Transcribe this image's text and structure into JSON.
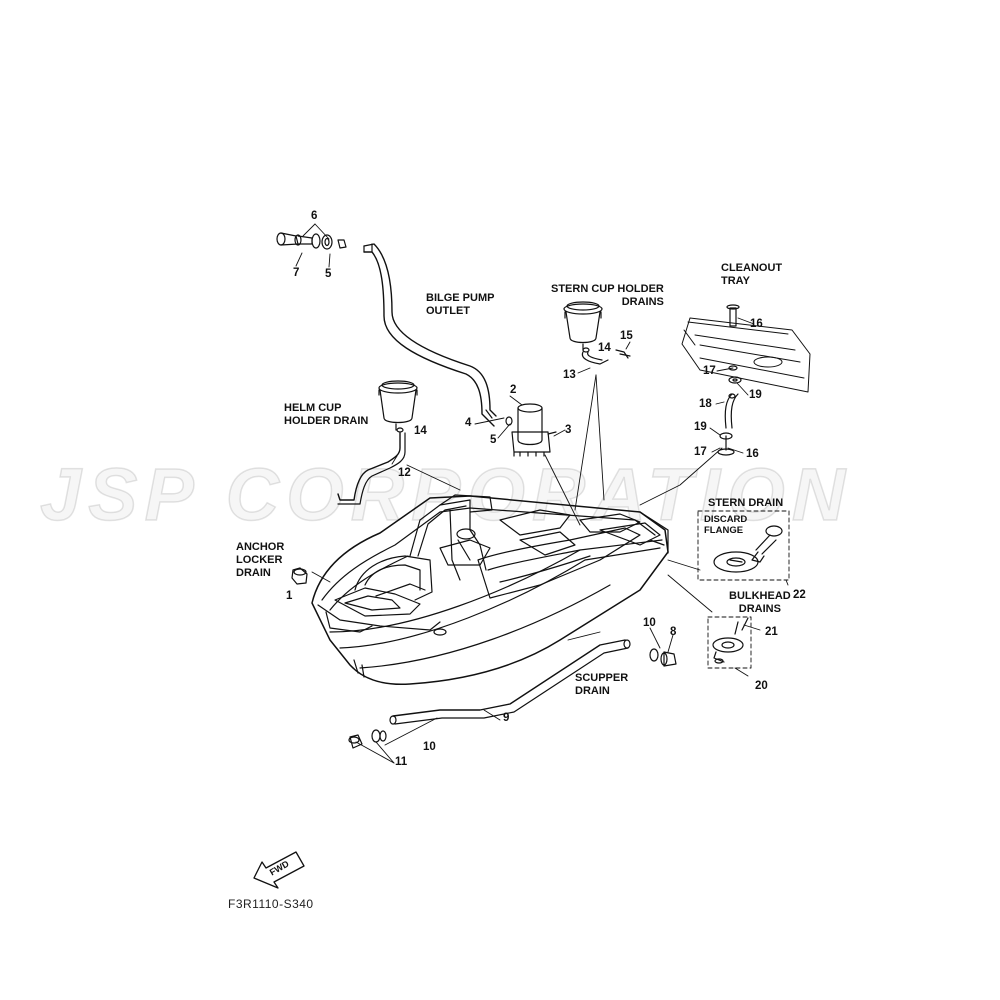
{
  "watermark": "JSP CORPORATION",
  "reference_code": "F3R1110-S340",
  "fwd_label": "FWD",
  "group_labels": {
    "bilge_pump_outlet": "BILGE PUMP\nOUTLET",
    "stern_cup_holder_drains": "STERN CUP HOLDER\nDRAINS",
    "cleanout_tray": "CLEANOUT\nTRAY",
    "helm_cup_holder_drain": "HELM CUP\nHOLDER DRAIN",
    "anchor_locker_drain": "ANCHOR\nLOCKER\nDRAIN",
    "stern_drain": "STERN DRAIN",
    "discard_flange": "DISCARD\nFLANGE",
    "bulkhead_drains": "BULKHEAD\nDRAINS",
    "scupper_drain": "SCUPPER\nDRAIN"
  },
  "callouts": {
    "c6": "6",
    "c7": "7",
    "c5a": "5",
    "c2": "2",
    "c3": "3",
    "c4": "4",
    "c5b": "5",
    "c15": "15",
    "c14a": "14",
    "c13": "13",
    "c16a": "16",
    "c17a": "17",
    "c19a": "19",
    "c18": "18",
    "c19b": "19",
    "c17b": "17",
    "c16b": "16",
    "c14b": "14",
    "c12": "12",
    "c1": "1",
    "c22": "22",
    "c21": "21",
    "c20": "20",
    "c10a": "10",
    "c8": "8",
    "c9": "9",
    "c10b": "10",
    "c11": "11"
  }
}
